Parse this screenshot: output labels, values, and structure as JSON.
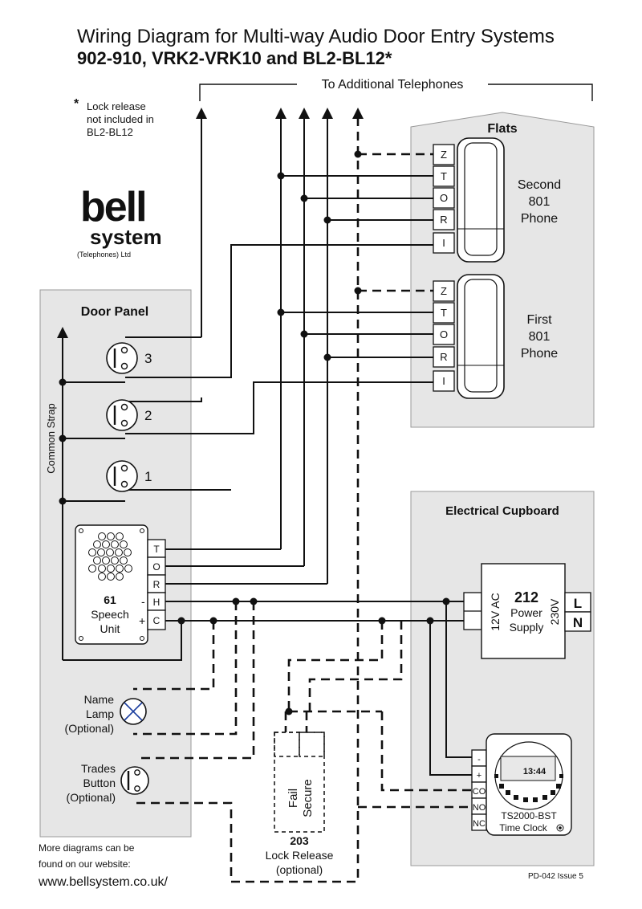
{
  "header": {
    "title": "Wiring Diagram for Multi-way Audio Door Entry Systems",
    "subtitle": "902-910, VRK2-VRK10 and BL2-BL12*"
  },
  "note": {
    "star": "*",
    "lines": [
      "Lock release",
      "not included in",
      "BL2-BL12"
    ]
  },
  "logo": {
    "bell": "bell",
    "system": "system",
    "tagline": "(Telephones) Ltd"
  },
  "top_label": "To Additional Telephones",
  "flats": {
    "title": "Flats",
    "terminals": [
      "Z",
      "T",
      "O",
      "R",
      "I"
    ],
    "phone_top": [
      "Second",
      "801",
      "Phone"
    ],
    "phone_bottom": [
      "First",
      "801",
      "Phone"
    ]
  },
  "door_panel": {
    "title": "Door Panel",
    "strap_label": "Common Strap",
    "buttons": [
      "3",
      "2",
      "1"
    ],
    "speech_unit": {
      "model": "61",
      "name": [
        "Speech",
        "Unit"
      ],
      "terminals": [
        "T",
        "O",
        "R",
        "H",
        "C"
      ],
      "minus": "-",
      "plus": "+"
    }
  },
  "name_lamp": [
    "Name",
    "Lamp",
    "(Optional)"
  ],
  "trades_button": [
    "Trades",
    "Button",
    "(Optional)"
  ],
  "lock_release": {
    "label": [
      "Fail",
      "Secure"
    ],
    "model": "203",
    "name": "Lock Release",
    "optional": "(optional)"
  },
  "cupboard": {
    "title": "Electrical Cupboard",
    "psu": {
      "model": "212",
      "name": [
        "Power",
        "Supply"
      ],
      "low": "12V AC",
      "high": "230V",
      "L": "L",
      "N": "N"
    },
    "clock": {
      "terminals": [
        "-",
        "+",
        "CO",
        "NO",
        "NC"
      ],
      "display": "13:44",
      "model": "TS2000-BST",
      "name": "Time Clock"
    }
  },
  "footer": {
    "line1": "More diagrams can be",
    "line2": "found on our website:",
    "url": "www.bellsystem.co.uk/",
    "ref": "PD-042 Issue 5"
  }
}
